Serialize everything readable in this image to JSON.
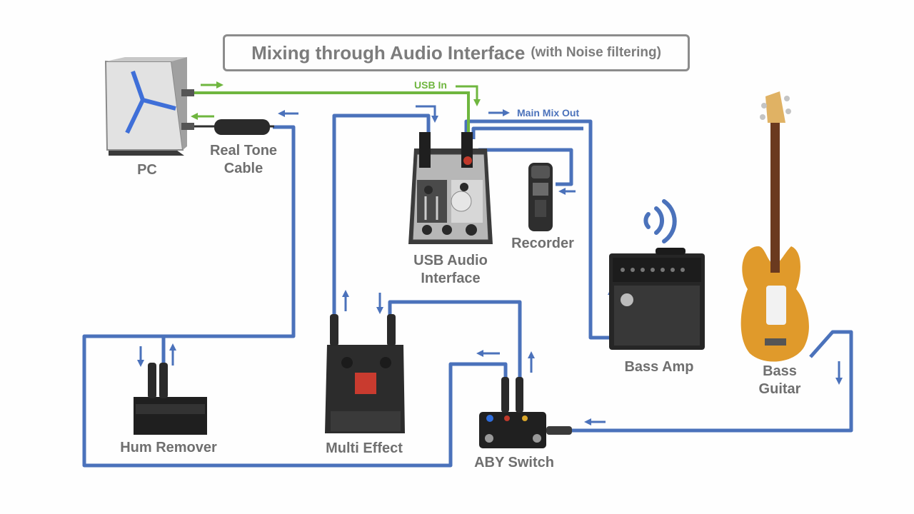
{
  "title": {
    "main": "Mixing through Audio Interface",
    "sub": "(with Noise filtering)"
  },
  "labels": {
    "pc": "PC",
    "real_tone_cable_line1": "Real Tone",
    "real_tone_cable_line2": "Cable",
    "usb_audio_interface_line1": "USB Audio",
    "usb_audio_interface_line2": "Interface",
    "recorder": "Recorder",
    "bass_amp": "Bass Amp",
    "bass_guitar_line1": "Bass",
    "bass_guitar_line2": "Guitar",
    "hum_remover": "Hum Remover",
    "multi_effect": "Multi Effect",
    "aby_switch": "ABY Switch",
    "usb_in": "USB In",
    "main_mix_out": "Main Mix Out"
  },
  "colors": {
    "signal": "#4b72bb",
    "usb": "#6fb63f",
    "text": "#6f6f6f",
    "frame": "#8c8c8c"
  }
}
